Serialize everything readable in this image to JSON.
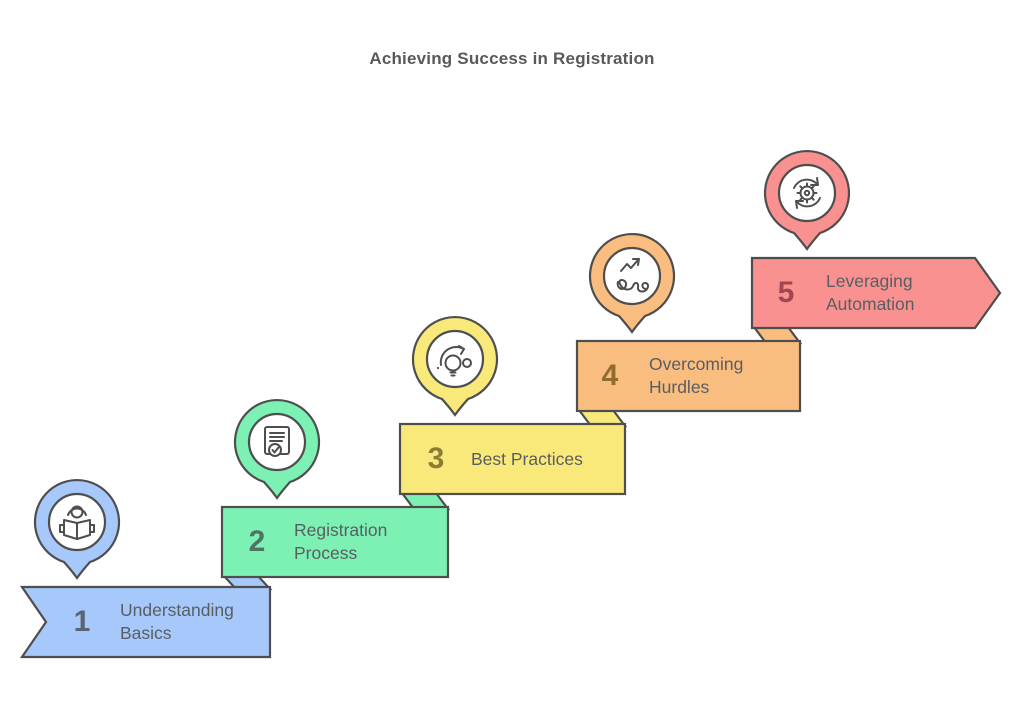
{
  "title": "Achieving Success in Registration",
  "colors": {
    "background": "#ffffff",
    "outline": "#4e4e4e",
    "title_text": "#58595b",
    "label_text": "#5a5e63",
    "pin_inner": "#ffffff"
  },
  "steps": [
    {
      "number": "1",
      "label": "Understanding Basics",
      "fill": "#a6c8fa",
      "number_color": "#5a6472",
      "icon": "book-reader-icon"
    },
    {
      "number": "2",
      "label": "Registration Process",
      "fill": "#7df0b4",
      "number_color": "#4f7363",
      "icon": "document-check-icon"
    },
    {
      "number": "3",
      "label": "Best Practices",
      "fill": "#f8e97a",
      "number_color": "#8c7c36",
      "icon": "lightbulb-gauge-icon"
    },
    {
      "number": "4",
      "label": "Overcoming Hurdles",
      "fill": "#f9bd80",
      "number_color": "#926c2e",
      "icon": "rising-arrow-squiggle-icon"
    },
    {
      "number": "5",
      "label": "Leveraging Automation",
      "fill": "#f8918f",
      "number_color": "#a3464f",
      "icon": "gear-sync-icon"
    }
  ]
}
